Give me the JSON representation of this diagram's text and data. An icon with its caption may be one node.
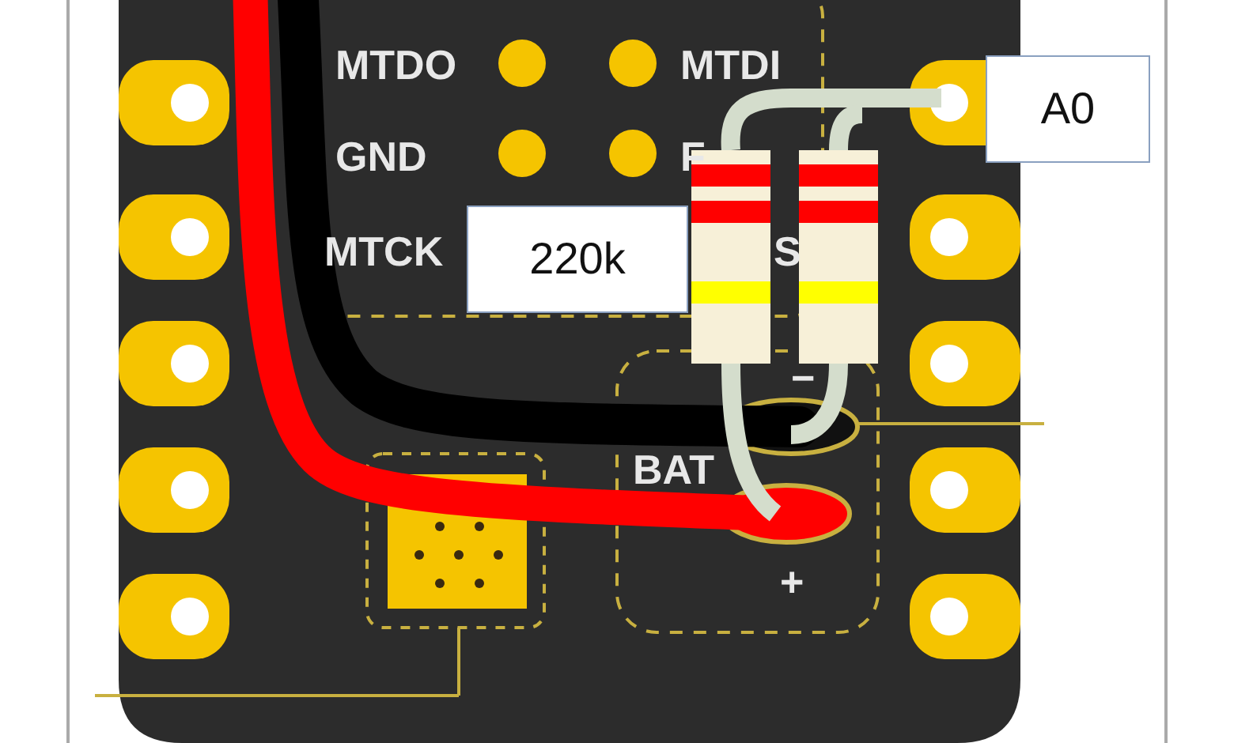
{
  "diagram": {
    "nodes": [
      {
        "text": [
          "220k"
        ]
      },
      {
        "text": [
          "A0"
        ]
      }
    ],
    "edges": [],
    "labels": [
      "MTDO",
      "MTDI",
      "GND",
      "F",
      "MTCK",
      "S",
      "BAT",
      "−",
      "+"
    ]
  }
}
